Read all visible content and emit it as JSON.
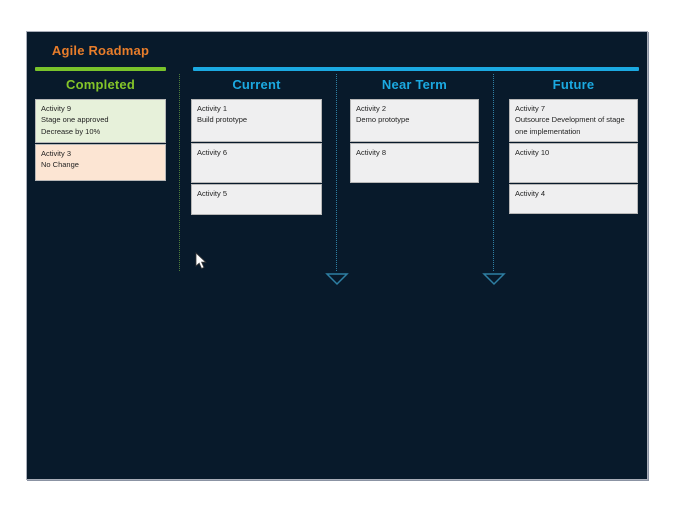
{
  "window": {
    "title": "Agile Roadmap"
  },
  "theme": {
    "page_bg": "#ffffff",
    "panel_bg": "#081a2b",
    "panel_border": "#a9aeb9",
    "title_color": "#e87d2b",
    "green_accent": "#79c32b",
    "green_header": "#84c529",
    "blue_accent": "#1ba9e1",
    "green_dotted": "#4e7e3a",
    "blue_dotted": "#2e7fa3",
    "card_bg_default": "#efeff0",
    "card_border": "#b7b7b7",
    "card_text": "#1f1f1f",
    "completed_card_green_bg": "#e7f1da",
    "completed_card_peach_bg": "#fce5d3"
  },
  "columns": [
    {
      "id": "completed",
      "label": "Completed",
      "accent": "green",
      "cards": [
        {
          "lines": [
            "Activity 9",
            "Stage one approved",
            "Decrease by 10%"
          ],
          "bg": "#e7f1da"
        },
        {
          "lines": [
            "Activity 3",
            "No Change"
          ],
          "bg": "#fce5d3"
        }
      ]
    },
    {
      "id": "current",
      "label": "Current",
      "accent": "blue",
      "cards": [
        {
          "lines": [
            "Activity 1",
            "Build prototype"
          ]
        },
        {
          "lines": [
            "Activity 6"
          ]
        },
        {
          "lines": [
            "Activity 5"
          ]
        }
      ]
    },
    {
      "id": "near-term",
      "label": "Near Term",
      "accent": "blue",
      "cards": [
        {
          "lines": [
            "Activity 2",
            "Demo prototype"
          ]
        },
        {
          "lines": [
            "Activity 8"
          ]
        }
      ]
    },
    {
      "id": "future",
      "label": "Future",
      "accent": "blue",
      "cards": [
        {
          "lines": [
            "Activity 7",
            "Outsource Development of stage one implementation"
          ]
        },
        {
          "lines": [
            "Activity 10"
          ]
        },
        {
          "lines": [
            "Activity 4"
          ]
        }
      ]
    }
  ],
  "cursor": {
    "visible": "true"
  }
}
